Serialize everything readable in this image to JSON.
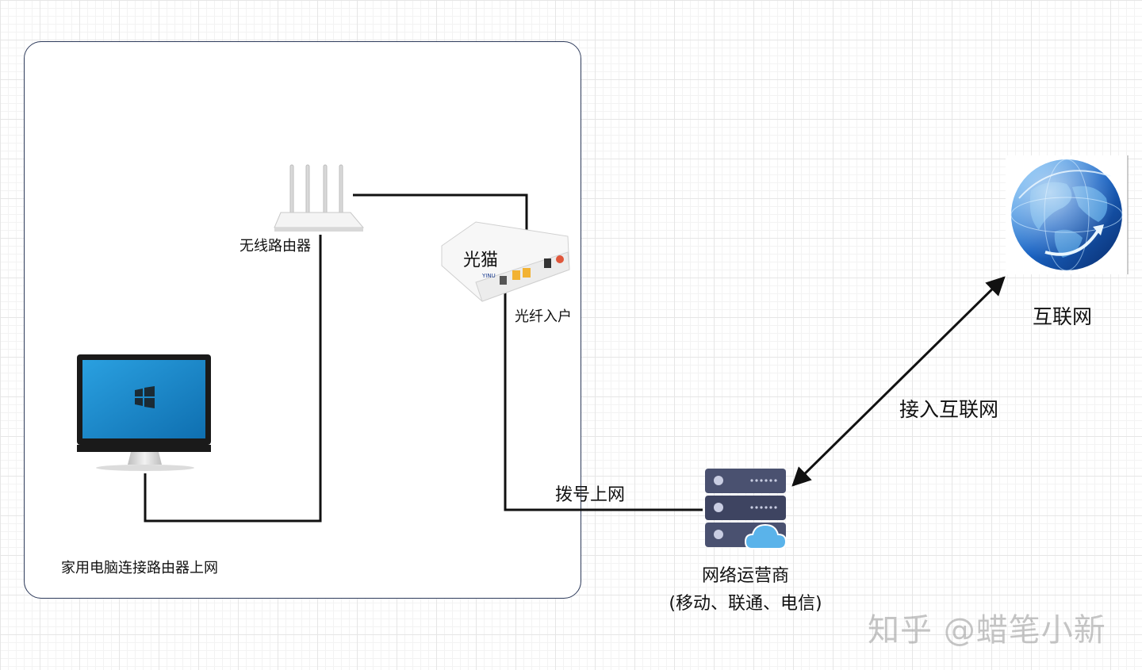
{
  "group": {
    "title": "家用电脑连接路由器上网"
  },
  "nodes": {
    "router": "无线路由器",
    "modem": "光猫",
    "fiber": "光纤入户",
    "internet": "互联网",
    "isp_line1": "网络运营商",
    "isp_line2": "(移动、联通、电信)"
  },
  "edges": {
    "dial": "拨号上网",
    "access": "接入互联网"
  },
  "modem_brand": "YINU",
  "watermark": "知乎 @蜡笔小新",
  "colors": {
    "line": "#111111",
    "group_border": "#2d3a5a",
    "server_body": "#4a5170",
    "cloud": "#5ab3ea",
    "screen": "#1e88c9"
  }
}
